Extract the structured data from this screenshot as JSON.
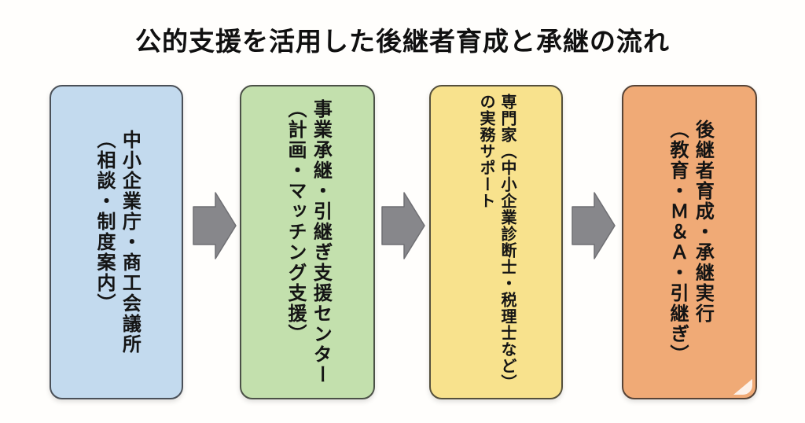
{
  "title": "公的支援を活用した後継者育成と承継の流れ",
  "flow": {
    "arrow_fill": "#87878b",
    "boxes": [
      {
        "id": "sme-agency",
        "fill": "#c3daee",
        "border": "#4a5058",
        "lines": [
          "中小企業庁・商工会議所",
          "（相談・制度案内）"
        ]
      },
      {
        "id": "succession-support-center",
        "fill": "#c3e0ad",
        "border": "#4b5147",
        "lines": [
          "事業承継・引継ぎ支援センター",
          "（計画・マッチング支援）"
        ]
      },
      {
        "id": "expert-practical-support",
        "fill": "#f8e28d",
        "border": "#55503c",
        "lines": [
          "専門家（中小企業診断士・税理士など）",
          "の実務サポート"
        ]
      },
      {
        "id": "successor-development-execution",
        "fill": "#f0aa76",
        "border": "#574437",
        "lines": [
          "後継者育成・承継実行",
          "（教育・Ｍ＆Ａ・引継ぎ）"
        ]
      }
    ]
  }
}
